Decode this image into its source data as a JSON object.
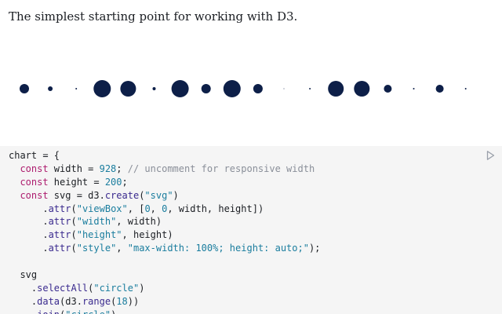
{
  "description": "The simplest starting point for working with D3.",
  "colors": {
    "dot": "#0d1f48",
    "keyword": "#ad1c6e",
    "function": "#3a2a8e",
    "string": "#1a7d9e",
    "comment": "#8a8f99",
    "code_background": "#f5f5f5"
  },
  "icons": {
    "run": "run-play-icon"
  },
  "dots": {
    "count": 18,
    "radii": [
      6,
      3,
      1,
      11,
      10,
      2,
      11,
      6,
      11,
      6,
      0.5,
      1,
      10,
      10,
      5,
      1,
      5,
      1
    ]
  },
  "code_lines": [
    [
      {
        "t": "chart = {",
        "c": "plain"
      }
    ],
    [
      {
        "t": "  ",
        "c": "plain"
      },
      {
        "t": "const",
        "c": "kw"
      },
      {
        "t": " width = ",
        "c": "plain"
      },
      {
        "t": "928",
        "c": "num"
      },
      {
        "t": "; ",
        "c": "plain"
      },
      {
        "t": "// uncomment for responsive width",
        "c": "com"
      }
    ],
    [
      {
        "t": "  ",
        "c": "plain"
      },
      {
        "t": "const",
        "c": "kw"
      },
      {
        "t": " height = ",
        "c": "plain"
      },
      {
        "t": "200",
        "c": "num"
      },
      {
        "t": ";",
        "c": "plain"
      }
    ],
    [
      {
        "t": "  ",
        "c": "plain"
      },
      {
        "t": "const",
        "c": "kw"
      },
      {
        "t": " svg = d3.",
        "c": "plain"
      },
      {
        "t": "create",
        "c": "fn"
      },
      {
        "t": "(",
        "c": "plain"
      },
      {
        "t": "\"svg\"",
        "c": "str"
      },
      {
        "t": ")",
        "c": "plain"
      }
    ],
    [
      {
        "t": "      .",
        "c": "plain"
      },
      {
        "t": "attr",
        "c": "fn"
      },
      {
        "t": "(",
        "c": "plain"
      },
      {
        "t": "\"viewBox\"",
        "c": "str"
      },
      {
        "t": ", [",
        "c": "plain"
      },
      {
        "t": "0",
        "c": "num"
      },
      {
        "t": ", ",
        "c": "plain"
      },
      {
        "t": "0",
        "c": "num"
      },
      {
        "t": ", width, height])",
        "c": "plain"
      }
    ],
    [
      {
        "t": "      .",
        "c": "plain"
      },
      {
        "t": "attr",
        "c": "fn"
      },
      {
        "t": "(",
        "c": "plain"
      },
      {
        "t": "\"width\"",
        "c": "str"
      },
      {
        "t": ", width)",
        "c": "plain"
      }
    ],
    [
      {
        "t": "      .",
        "c": "plain"
      },
      {
        "t": "attr",
        "c": "fn"
      },
      {
        "t": "(",
        "c": "plain"
      },
      {
        "t": "\"height\"",
        "c": "str"
      },
      {
        "t": ", height)",
        "c": "plain"
      }
    ],
    [
      {
        "t": "      .",
        "c": "plain"
      },
      {
        "t": "attr",
        "c": "fn"
      },
      {
        "t": "(",
        "c": "plain"
      },
      {
        "t": "\"style\"",
        "c": "str"
      },
      {
        "t": ", ",
        "c": "plain"
      },
      {
        "t": "\"max-width: 100%; height: auto;\"",
        "c": "str"
      },
      {
        "t": ");",
        "c": "plain"
      }
    ],
    [
      {
        "t": "",
        "c": "plain"
      }
    ],
    [
      {
        "t": "  svg",
        "c": "plain"
      }
    ],
    [
      {
        "t": "    .",
        "c": "plain"
      },
      {
        "t": "selectAll",
        "c": "fn"
      },
      {
        "t": "(",
        "c": "plain"
      },
      {
        "t": "\"circle\"",
        "c": "str"
      },
      {
        "t": ")",
        "c": "plain"
      }
    ],
    [
      {
        "t": "    .",
        "c": "plain"
      },
      {
        "t": "data",
        "c": "fn"
      },
      {
        "t": "(d3.",
        "c": "plain"
      },
      {
        "t": "range",
        "c": "fn"
      },
      {
        "t": "(",
        "c": "plain"
      },
      {
        "t": "18",
        "c": "num"
      },
      {
        "t": "))",
        "c": "plain"
      }
    ],
    [
      {
        "t": "    .",
        "c": "plain"
      },
      {
        "t": "join",
        "c": "fn"
      },
      {
        "t": "(",
        "c": "plain"
      },
      {
        "t": "\"circle\"",
        "c": "str"
      },
      {
        "t": ")",
        "c": "plain"
      }
    ]
  ]
}
